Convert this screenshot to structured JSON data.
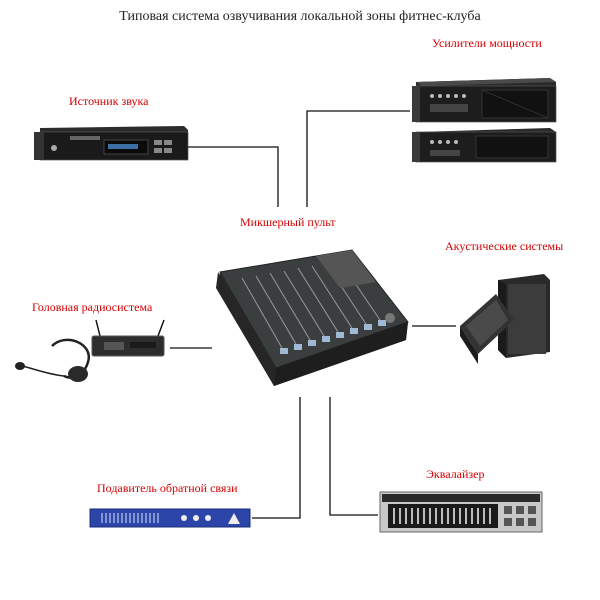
{
  "title": "Типовая система озвучивания локальной зоны фитнес-клуба",
  "labels": {
    "amplifiers": "Усилители мощности",
    "source": "Источник звука",
    "mixer": "Микшерный пульт",
    "speakers": "Акустические системы",
    "radio": "Головная радиосистема",
    "feedback": "Подавитель обратной связи",
    "equalizer": "Эквалайзер"
  },
  "colors": {
    "label": "#d40000",
    "wire": "#111111",
    "device": "#1a1a1a"
  }
}
